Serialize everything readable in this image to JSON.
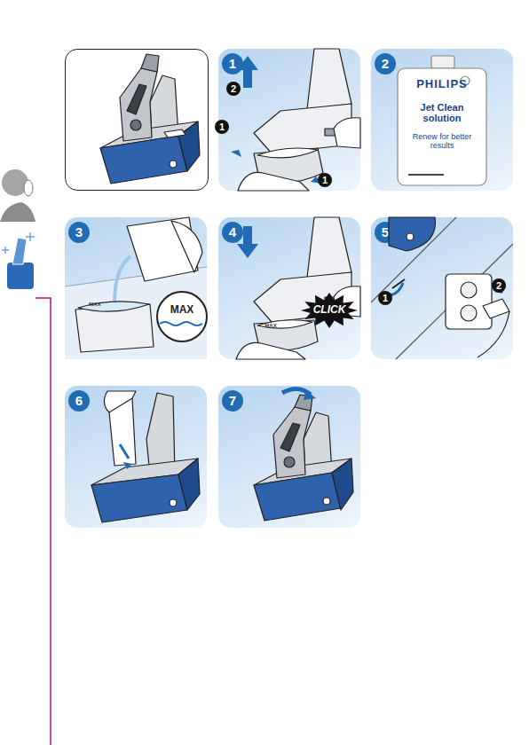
{
  "diagram": {
    "nodes": [
      {
        "text": [
          "1"
        ]
      },
      {
        "text": [
          "2"
        ]
      },
      {
        "text": [
          "3"
        ]
      },
      {
        "text": [
          "4"
        ]
      },
      {
        "text": [
          "5"
        ]
      },
      {
        "text": [
          "6"
        ]
      },
      {
        "text": [
          "7"
        ]
      }
    ],
    "labels": [
      "2",
      "1",
      "1",
      "PHILIPS",
      "Jet Clean solution",
      "Renew for better results",
      "MAX",
      "MAX",
      "MAX",
      "CLICK",
      "1",
      "2"
    ]
  }
}
